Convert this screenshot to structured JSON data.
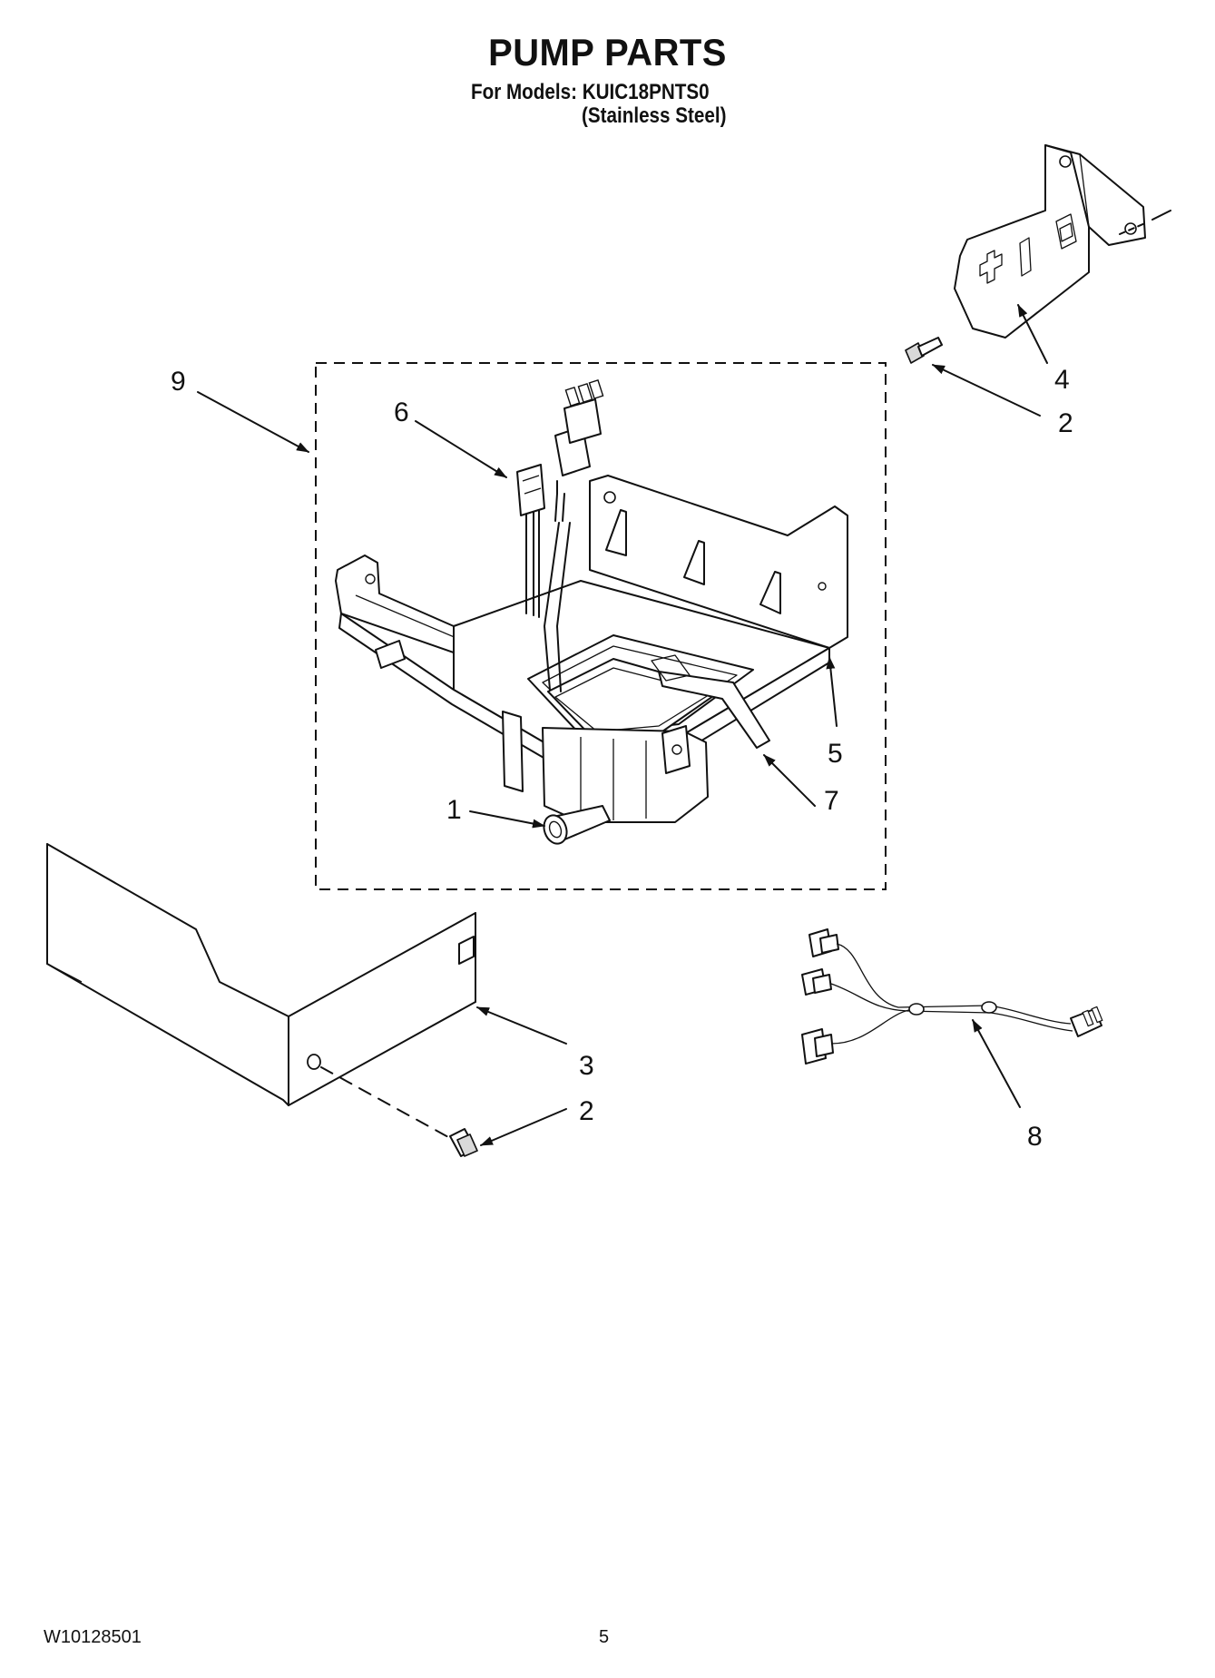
{
  "header": {
    "title": "PUMP PARTS",
    "models": "For Models: KUIC18PNTS0",
    "finish": "(Stainless Steel)"
  },
  "callouts": {
    "c1": "1",
    "c2a": "2",
    "c2b": "2",
    "c3": "3",
    "c4": "4",
    "c5": "5",
    "c6": "6",
    "c7": "7",
    "c8": "8",
    "c9": "9"
  },
  "footer": {
    "doc_number": "W10128501",
    "page_number": "5"
  },
  "colors": {
    "line": "#111111",
    "background": "#ffffff"
  }
}
